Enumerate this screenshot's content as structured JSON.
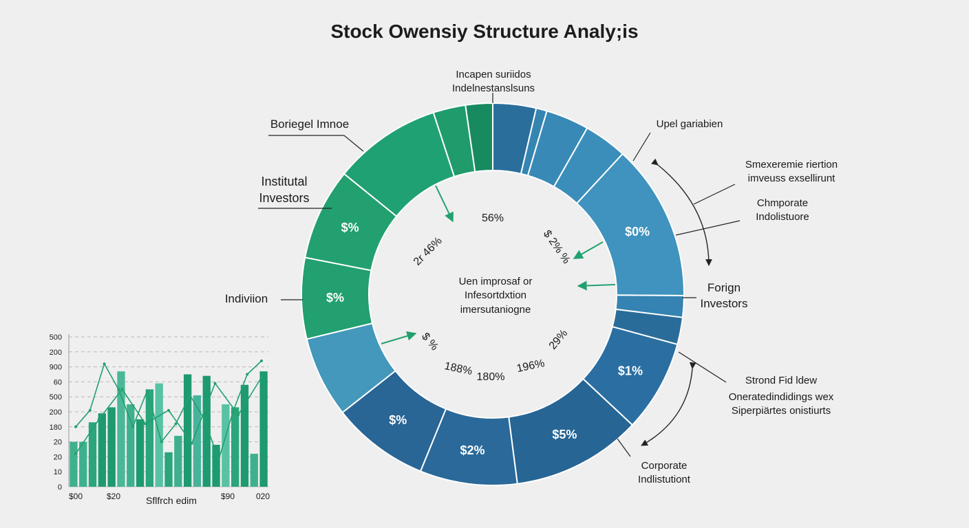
{
  "title": "Stock Owensiy Structure Analy;is",
  "top_note": "Incapen suriidos\nIndelnestanslsuns",
  "external_labels": {
    "boriegel": "Boriegel Imnoe",
    "institutional": "Institutal\nInvestors",
    "indiviion": "Indiviion",
    "upel": "Upel gariabien",
    "smexeremie": "Smexeremie riertion\nimveuss exsellirunt",
    "chmporate": "Chmporate\nIndolistuore",
    "forign": "Forign\nInvestors",
    "strond": "Strond Fid ldew",
    "onerated": "Oneratedindidings wex\nSiperpiärtes onistiurts",
    "corporate": "Corporate\nIndlistutiont"
  },
  "center_text": "Uen improsaf or\nInfesortdxtion\nimersutaniogne",
  "chart_data": [
    {
      "type": "pie",
      "style": "donut",
      "slices": [
        {
          "value": 4.0,
          "color": "#2a6f9c",
          "label": ""
        },
        {
          "value": 1.0,
          "color": "#3585b1",
          "label": ""
        },
        {
          "value": 4.0,
          "color": "#3889b6",
          "label": ""
        },
        {
          "value": 4.0,
          "color": "#3b8eba",
          "label": ""
        },
        {
          "value": 14.5,
          "color": "#3f93be",
          "label": "$0%"
        },
        {
          "value": 2.0,
          "color": "#3483b2",
          "label": ""
        },
        {
          "value": 2.5,
          "color": "#2a6c99",
          "label": ""
        },
        {
          "value": 8.5,
          "color": "#2b6fa2",
          "label": "$1%"
        },
        {
          "value": 12.0,
          "color": "#266594",
          "label": "$5%"
        },
        {
          "value": 9.0,
          "color": "#2a6999",
          "label": "$2%"
        },
        {
          "value": 9.0,
          "color": "#296595",
          "label": "$%"
        },
        {
          "value": 7.5,
          "color": "#4398bb",
          "label": ""
        },
        {
          "value": 7.5,
          "color": "#22a06f",
          "label": "$%"
        },
        {
          "value": 8.5,
          "color": "#22a06f",
          "label": "$%"
        },
        {
          "value": 10.0,
          "color": "#20a173",
          "label": ""
        },
        {
          "value": 3.0,
          "color": "#1f9b6c",
          "label": ""
        },
        {
          "value": 2.5,
          "color": "#188a60",
          "label": ""
        }
      ],
      "inner_labels": [
        "56%",
        "2r 46%",
        "$ 2% %",
        "$ %",
        "188%",
        "180%",
        "196%",
        "29%"
      ]
    },
    {
      "type": "bar",
      "y_tick_labels": [
        "0",
        "10",
        "20",
        "20",
        "180",
        "200",
        "500",
        "60",
        "900",
        "200",
        "500"
      ],
      "x_tick_labels": [
        "$00",
        "$20",
        "$90",
        "020"
      ],
      "xlabel": "Sflfrch edim",
      "values": [
        3,
        3,
        4.3,
        4.9,
        5.3,
        7.7,
        5.5,
        4.5,
        6.5,
        6.9,
        2.3,
        3.4,
        7.5,
        6.1,
        7.4,
        2.8,
        5.5,
        5.3,
        6.8,
        2.2,
        7.7
      ],
      "colors": [
        "#3fb08d",
        "#3fb08d",
        "#2aa57c",
        "#1e9a70",
        "#1e9a70",
        "#4ab898",
        "#3fb08d",
        "#1e9a70",
        "#2aa57c",
        "#58c2a4",
        "#2aa57c",
        "#3fb08d",
        "#1e9a70",
        "#48b39b",
        "#1e9a70",
        "#1e9a70",
        "#58c2a4",
        "#2aa57c",
        "#1e9a70",
        "#3fb08d",
        "#1e9a70"
      ],
      "series": [
        {
          "values": [
            4.0,
            5.1,
            8.2,
            6.5,
            4.0,
            6.4,
            3.0,
            4.2,
            6.1,
            4.5,
            1.8,
            5.0,
            7.5,
            8.4
          ]
        },
        {
          "values": [
            2.2,
            4.5,
            6.5,
            4.2,
            5.1,
            2.9,
            6.9,
            4.8,
            7.3
          ]
        }
      ]
    }
  ]
}
